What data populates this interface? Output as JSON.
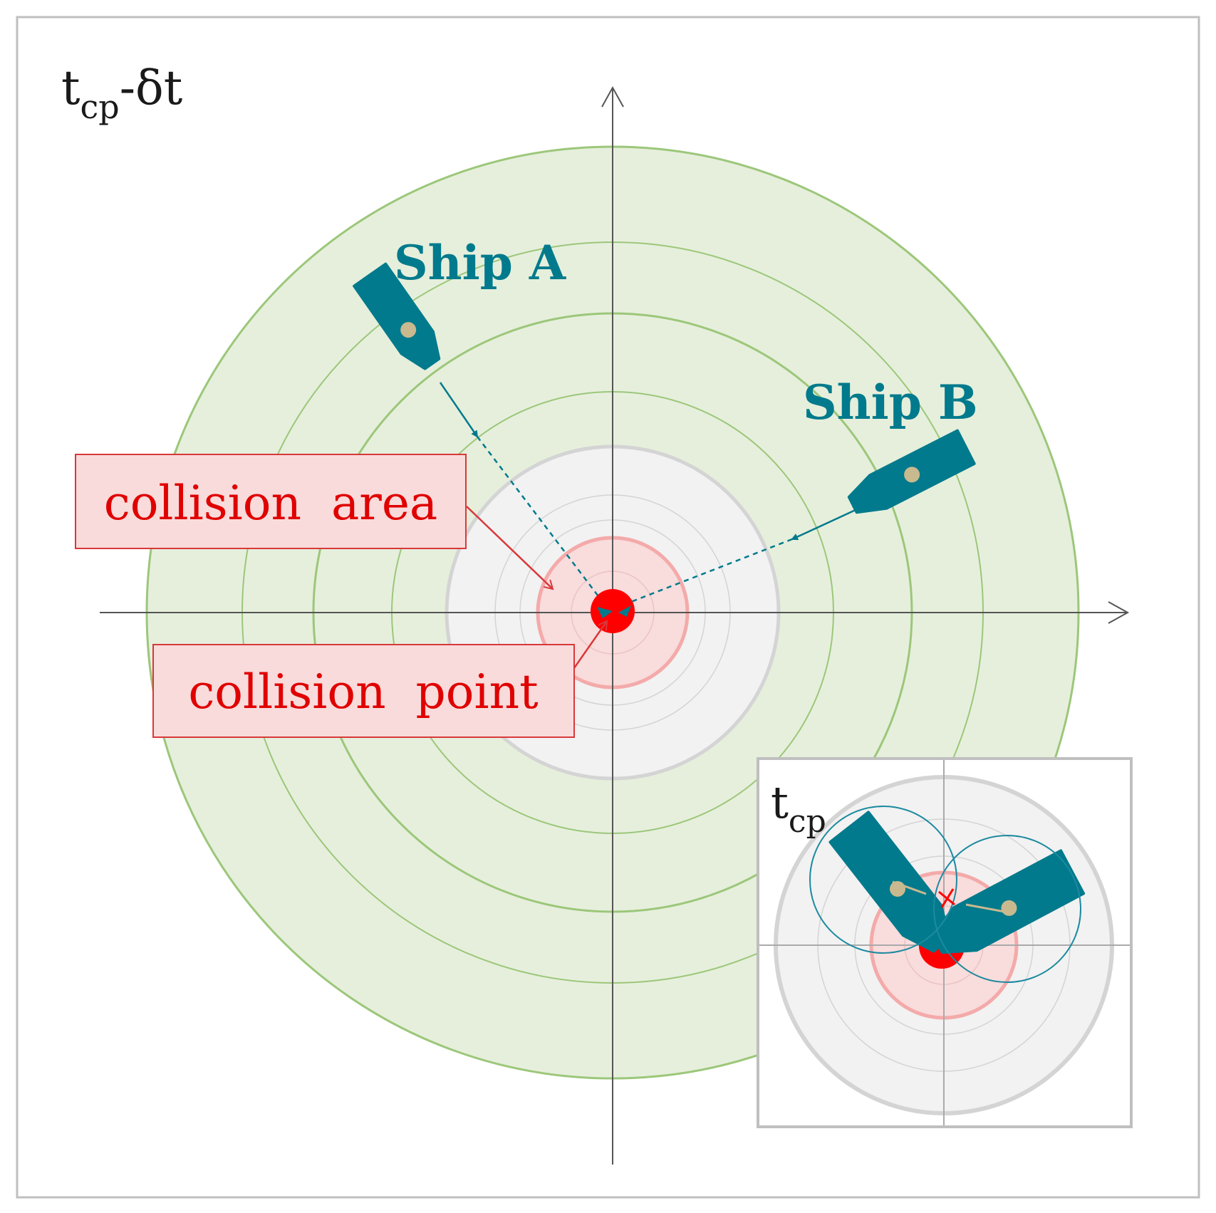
{
  "title": {
    "base": "t",
    "sub": "cp",
    "suffix": "-δt"
  },
  "ships": [
    {
      "label": "Ship A"
    },
    {
      "label": "Ship B"
    }
  ],
  "callouts": {
    "collision_area": "collision  area",
    "collision_point": "collision  point"
  },
  "inset": {
    "title": {
      "base": "t",
      "sub": "cp"
    }
  },
  "colors": {
    "ship": "#007a8c",
    "collision": "#ff0000",
    "label_red": "#e00000",
    "callout_fill": "#f9dbdb",
    "callout_border": "#d9383a",
    "green_fill": "#e6efdc",
    "green_ring": "#9cc77a",
    "gray_fill": "#f2f2f2",
    "gray_ring": "#d4d4d4",
    "red_zone_fill": "#f9dcdc",
    "red_zone_ring": "#f4aaaa",
    "axis": "#555555",
    "frame": "#bfbfbf",
    "ship_dot": "#c9b98f"
  }
}
